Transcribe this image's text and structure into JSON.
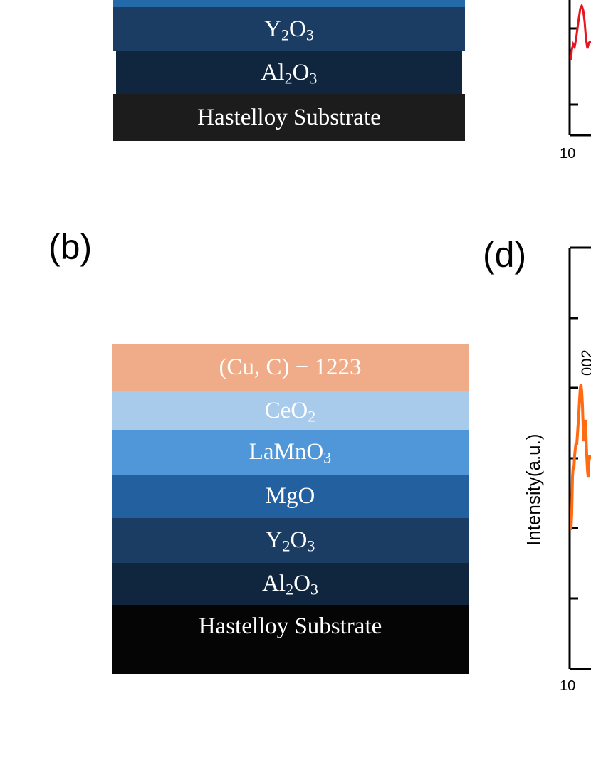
{
  "panel_a": {
    "layers": [
      {
        "name": "",
        "sub": "",
        "color": "#2469a8"
      },
      {
        "name": "Y",
        "sub": "2",
        "tail": "O",
        "sub2": "3",
        "color": "#1b3d63"
      },
      {
        "name": "Al",
        "sub": "2",
        "tail": "O",
        "sub2": "3",
        "color": "#10263f"
      },
      {
        "name": "Hastelloy Substrate",
        "sub": "",
        "color": "#1c1c1c"
      }
    ]
  },
  "panel_b": {
    "label": "(b)",
    "layers": [
      {
        "name": "(Cu, C) − 1223",
        "color": "#f0ac88"
      },
      {
        "name": "CeO",
        "sub": "2",
        "color": "#a8cbec"
      },
      {
        "name": "LaMnO",
        "sub": "3",
        "color": "#5097d9"
      },
      {
        "name": "MgO",
        "color": "#22609f"
      },
      {
        "name": "Y",
        "sub": "2",
        "tail": "O",
        "sub2": "3",
        "color": "#1b3d63"
      },
      {
        "name": "Al",
        "sub": "2",
        "tail": "O",
        "sub2": "3",
        "color": "#10263f"
      },
      {
        "name": "Hastelloy Substrate",
        "color": "#050505"
      }
    ]
  },
  "panel_c": {
    "x_tick": "10",
    "line_color": "#e8141e"
  },
  "panel_d": {
    "label": "(d)",
    "ylabel": "Intensity(a.u.)",
    "peak_label": "002",
    "x_tick": "10",
    "line_color": "#ff6a13"
  },
  "colors": {
    "background": "#ffffff",
    "axis": "#000000"
  }
}
